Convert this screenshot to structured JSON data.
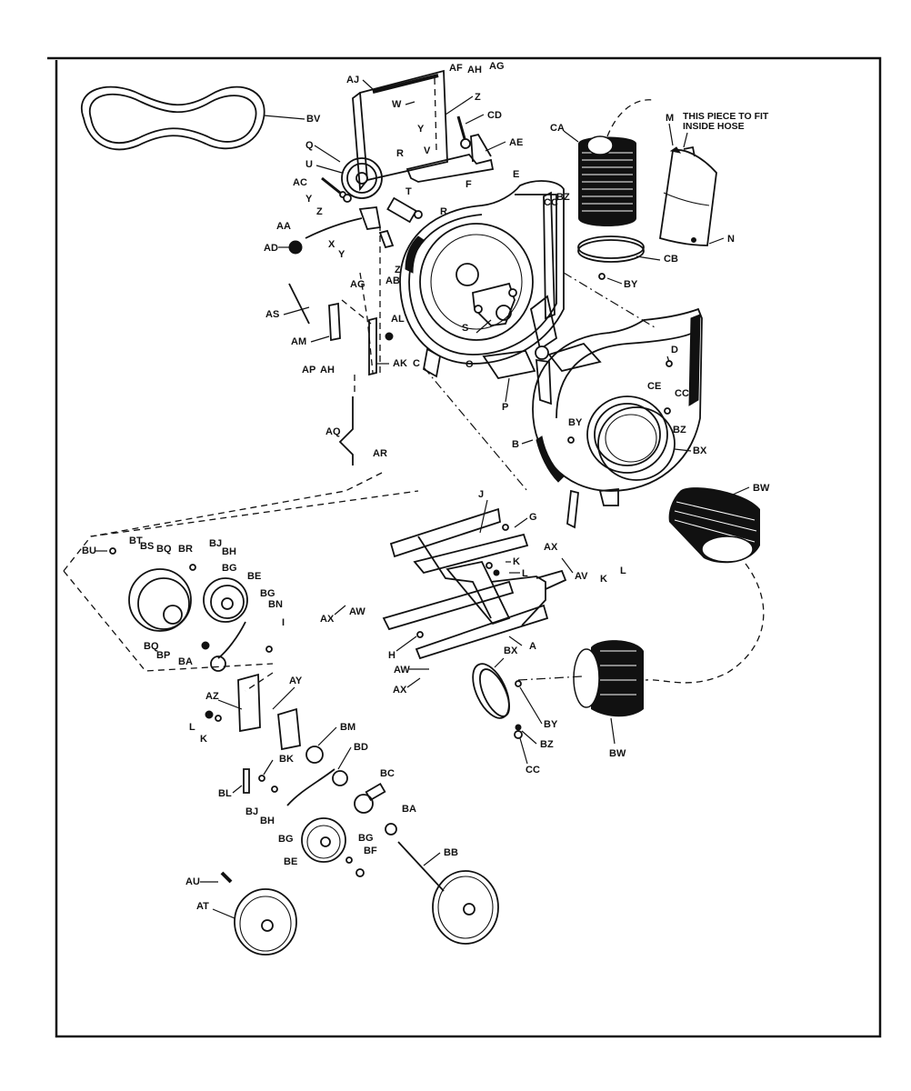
{
  "diagram": {
    "title": "Exploded parts view - blower assembly",
    "note_lines": [
      "THIS PIECE TO FIT",
      "INSIDE HOSE"
    ],
    "labels": {
      "BV": "BV",
      "AJ": "AJ",
      "AF": "AF",
      "AH": "AH",
      "AG": "AG",
      "W": "W",
      "Z": "Z",
      "Y": "Y",
      "CD": "CD",
      "V": "V",
      "AE": "AE",
      "Q": "Q",
      "U": "U",
      "AC": "AC",
      "Y2": "Y",
      "Z2": "Z",
      "R": "R",
      "T": "T",
      "R2": "R",
      "F": "F",
      "E": "E",
      "CA": "CA",
      "M": "M",
      "CC": "CC",
      "BZ": "BZ",
      "N": "N",
      "CB": "CB",
      "BY": "BY",
      "AA": "AA",
      "AD": "AD",
      "X": "X",
      "Y3": "Y",
      "AB": "AB",
      "Z3": "Z",
      "AG2": "AG",
      "AL": "AL",
      "AS": "AS",
      "AM": "AM",
      "AP": "AP",
      "AH2": "AH",
      "AK": "AK",
      "C": "C",
      "S": "S",
      "O": "O",
      "P": "P",
      "D": "D",
      "CE": "CE",
      "CC2": "CC",
      "BY2": "BY",
      "BZ2": "BZ",
      "B": "B",
      "BX": "BX",
      "AQ": "AQ",
      "AR": "AR",
      "BW": "BW",
      "J": "J",
      "G": "G",
      "AX": "AX",
      "AV": "AV",
      "K": "K",
      "L": "L",
      "K2": "K",
      "L2": "L",
      "AX2": "AX",
      "AW": "AW",
      "H": "H",
      "A": "A",
      "AW2": "AW",
      "AX3": "AX",
      "BX2": "BX",
      "BY3": "BY",
      "BZ3": "BZ",
      "CC3": "CC",
      "BW2": "BW",
      "BU": "BU",
      "BT": "BT",
      "BS": "BS",
      "BQ": "BQ",
      "BR": "BR",
      "BJ": "BJ",
      "BH": "BH",
      "BG": "BG",
      "BE": "BE",
      "BG2": "BG",
      "BN": "BN",
      "I": "I",
      "BO": "BQ",
      "BP": "BP",
      "BA": "BA",
      "AY": "AY",
      "AZ": "AZ",
      "L3": "L",
      "K3": "K",
      "BM": "BM",
      "BD": "BD",
      "BK": "BK",
      "BL": "BL",
      "BJ2": "BJ",
      "BH2": "BH",
      "BC": "BC",
      "BA2": "BA",
      "BG3": "BG",
      "BE2": "BE",
      "BG4": "BG",
      "BF": "BF",
      "BB": "BB",
      "AU": "AU",
      "AT": "AT"
    }
  }
}
